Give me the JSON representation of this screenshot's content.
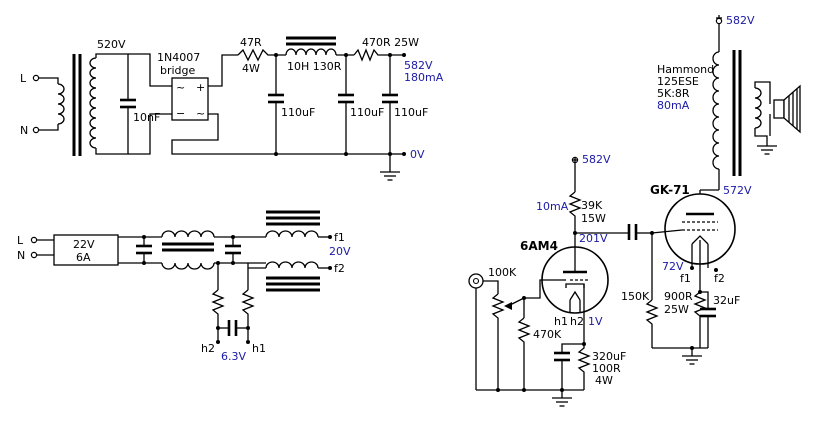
{
  "power_supply": {
    "line_l": "L",
    "line_n": "N",
    "secondary_voltage": "520V",
    "snubber_cap": "10nF",
    "rectifier_part": "1N4007",
    "rectifier_type": "bridge",
    "rect_plus": "+",
    "rect_minus": "−",
    "rect_ac": "~",
    "r1_value": "47R",
    "r1_power": "4W",
    "choke": "10H 130R",
    "r2": "470R 25W",
    "cap1": "110uF",
    "cap2": "110uF",
    "cap3": "110uF",
    "b_plus": "582V",
    "b_current": "180mA",
    "ground": "0V"
  },
  "heater_supply": {
    "line_l": "L",
    "line_n": "N",
    "psu_voltage": "22V",
    "psu_current": "6A",
    "out_f1": "f1",
    "out_f2": "f2",
    "voltage_f": "20V",
    "out_h2": "h2",
    "out_h1": "h1",
    "voltage_h": "6.3V"
  },
  "driver_stage": {
    "b_plus": "582V",
    "current": "10mA",
    "plate_r_value": "39K",
    "plate_r_power": "15W",
    "plate_voltage": "201V",
    "tube": "6AM4",
    "pot": "100K",
    "grid_r": "470K",
    "h1": "h1",
    "h2": "h2",
    "cathode_voltage": "1V",
    "cathode_cap": "320uF",
    "cathode_r": "100R",
    "cathode_r_power": "4W"
  },
  "output_stage": {
    "b_plus": "582V",
    "transformer_brand": "Hammond",
    "transformer_model": "125ESE",
    "transformer_ratio": "5K:8R",
    "transformer_current": "80mA",
    "tube": "GK-71",
    "plate_voltage": "572V",
    "grid_voltage": "72V",
    "f1": "f1",
    "f2": "f2",
    "grid_r": "150K",
    "cathode_r_value": "900R",
    "cathode_r_power": "25W",
    "cathode_cap": "32uF"
  }
}
